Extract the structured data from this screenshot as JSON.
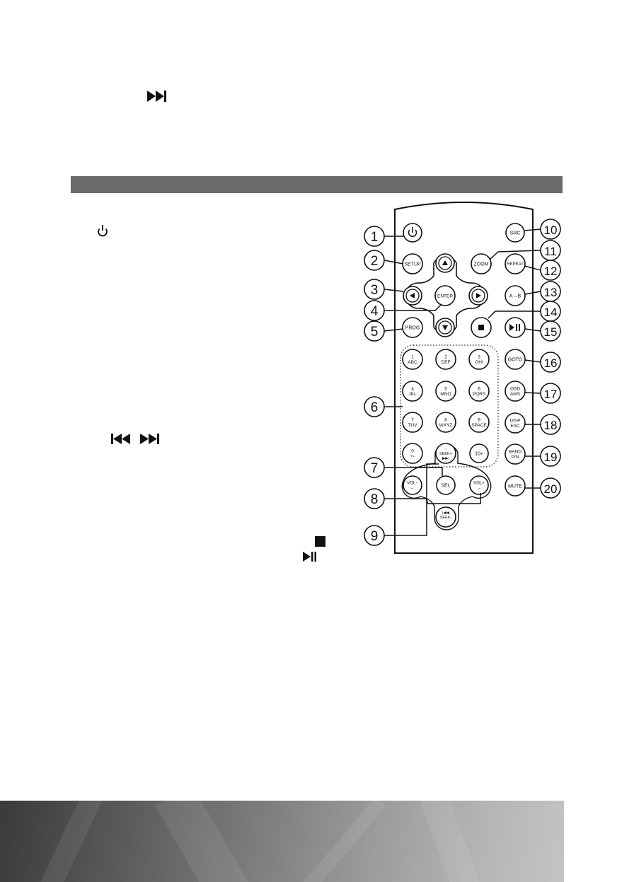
{
  "remote": {
    "buttons": {
      "src": "SRC",
      "setup": "SETUP",
      "zoom": "ZOOM",
      "repeat": "REPEAT",
      "enter": "ENTER",
      "ab": "A→B",
      "prog": "PROG",
      "goto": "GOTO",
      "osd_line1": "OSD",
      "osd_line2": "AMS",
      "disp_line1": "DISP",
      "disp_line2": "ESC",
      "band_line1": "BAND",
      "band_line2": "P/N",
      "mute": "MUTE",
      "sel": "SEL",
      "vol_minus": "VOL−",
      "vol_plus": "VOL+",
      "seek_plus": "SEEK+",
      "seek_minus": "SEEK-",
      "ten_plus": "10+"
    },
    "numpad": [
      {
        "digit": "1",
        "letters": "ABC"
      },
      {
        "digit": "2",
        "letters": "DEF"
      },
      {
        "digit": "3",
        "letters": "GHI"
      },
      {
        "digit": "4",
        "letters": "JKL"
      },
      {
        "digit": "5",
        "letters": "MNO"
      },
      {
        "digit": "6",
        "letters": "PQRS"
      },
      {
        "digit": "7",
        "letters": "TUV"
      },
      {
        "digit": "8",
        "letters": "WXYZ"
      },
      {
        "digit": "9",
        "letters": "SPACE"
      },
      {
        "digit": "0",
        "letters": "+-"
      }
    ],
    "callouts": [
      "1",
      "2",
      "3",
      "4",
      "5",
      "6",
      "7",
      "8",
      "9",
      "10",
      "11",
      "12",
      "13",
      "14",
      "15",
      "16",
      "17",
      "18",
      "19",
      "20"
    ]
  },
  "icons": [
    "next-track-icon",
    "power-icon",
    "previous-track-icon",
    "stop-icon",
    "play-pause-icon"
  ]
}
